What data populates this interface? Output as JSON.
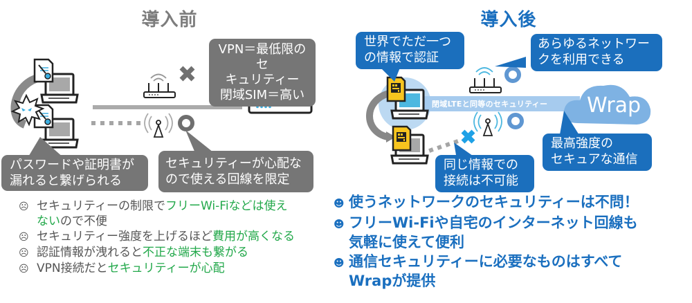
{
  "before": {
    "heading": "導入前",
    "bubble_vpn": [
      "VPN＝最低限のセ",
      "キュリティー",
      "閉域SIM＝高い"
    ],
    "bubble_password": [
      "パスワードや証明書が",
      "漏れると繋げられる"
    ],
    "bubble_limit": [
      "セキュリティーが心配な",
      "ので使える回線を限定"
    ],
    "status_icons": {
      "wifi": "cross-mark",
      "lte": "circle-mark"
    },
    "issues": [
      {
        "icon": "sad-face-icon",
        "lines": [
          [
            {
              "t": "セキュリティーの制限で",
              "hl": false
            },
            {
              "t": "フリーWi-Fiなどは使え",
              "hl": true
            }
          ],
          [
            {
              "t": "ない",
              "hl": true
            },
            {
              "t": "ので不便",
              "hl": false
            }
          ]
        ]
      },
      {
        "icon": "sad-face-icon",
        "lines": [
          [
            {
              "t": "セキュリティー強度を上げるほど",
              "hl": false
            },
            {
              "t": "費用が高くなる",
              "hl": true
            }
          ]
        ]
      },
      {
        "icon": "sad-face-icon",
        "lines": [
          [
            {
              "t": "認証情報が洩れると",
              "hl": false
            },
            {
              "t": "不正な端末も繋がる",
              "hl": true
            }
          ]
        ]
      },
      {
        "icon": "sad-face-icon",
        "lines": [
          [
            {
              "t": "VPN接続だと",
              "hl": false
            },
            {
              "t": "セキュリティーが心配",
              "hl": true
            }
          ]
        ]
      }
    ]
  },
  "after": {
    "heading": "導入後",
    "bubble_auth": [
      "世界でただ一つ",
      "の情報で認証"
    ],
    "bubble_any_network": [
      "あらゆるネットワー",
      "クを利用できる"
    ],
    "bubble_secure": [
      "最高強度の",
      "セキュアな通信"
    ],
    "bubble_no_copy": [
      "同じ情報での",
      "接続は不可能"
    ],
    "lte_band_label": "閉域LTEと同等のセキュリティー",
    "cloud_label": "Wrap",
    "status_icons": {
      "wifi": "circle-mark",
      "lte": "circle-mark",
      "clone": "cross-mark"
    },
    "benefits": [
      {
        "icon": "happy-face-icon",
        "lines": [
          "使うネットワークのセキュリティーは不問！"
        ]
      },
      {
        "icon": "happy-face-icon",
        "lines": [
          "フリーWi-Fiや自宅のインターネット回線も",
          "気軽に使えて便利"
        ]
      },
      {
        "icon": "happy-face-icon",
        "lines": [
          "通信セキュリティーに必要なものはすべて",
          "Wrapが提供"
        ]
      }
    ]
  },
  "colors": {
    "gray_bubble": "#767676",
    "blue_bubble": "#1b6fbd",
    "heading_before": "#7d7d7d",
    "heading_after": "#1a6fbf",
    "highlight_green": "#22a84a",
    "sim_yellow": "#f7c51e",
    "light_blue": "#8fbde6",
    "cross_cyan": "#1ea1e6"
  }
}
